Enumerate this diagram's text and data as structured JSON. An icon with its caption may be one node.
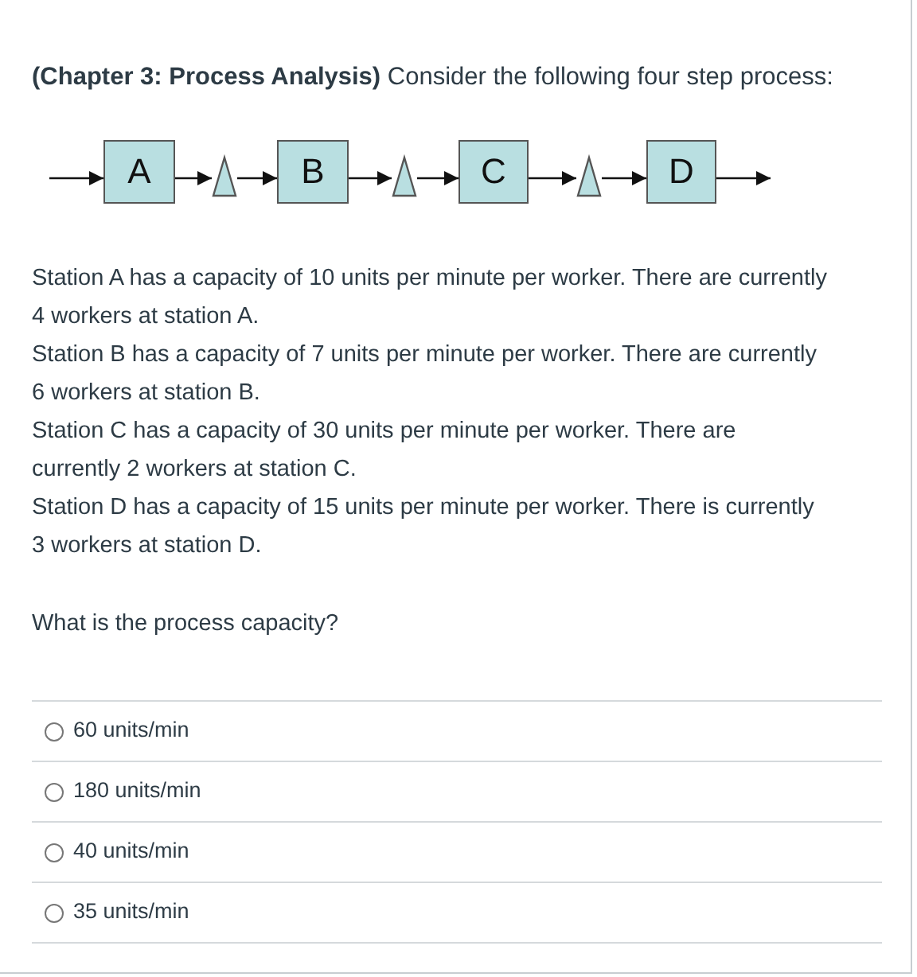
{
  "diagram": {
    "title": "**(Chapter 3: Process Analysis)** Consider the following four step process:",
    "nodes": [
      {
        "text": [
          "A"
        ]
      },
      {
        "text": [],
        "shape": "triangle"
      },
      {
        "text": [
          "B"
        ]
      },
      {
        "text": [],
        "shape": "triangle"
      },
      {
        "text": [
          "C"
        ]
      },
      {
        "text": [],
        "shape": "triangle"
      },
      {
        "text": [
          "D"
        ]
      }
    ],
    "edges": [
      {
        "from": null,
        "to": 0,
        "arrow": "to"
      },
      {
        "from": 0,
        "to": 1,
        "arrow": "to"
      },
      {
        "from": 1,
        "to": 2,
        "arrow": "to"
      },
      {
        "from": 2,
        "to": 3,
        "arrow": "to"
      },
      {
        "from": 3,
        "to": 4,
        "arrow": "to"
      },
      {
        "from": 4,
        "to": 5,
        "arrow": "to"
      },
      {
        "from": 5,
        "to": 6,
        "arrow": "to"
      },
      {
        "from": 6,
        "to": null,
        "arrow": "to"
      }
    ],
    "labels": [
      "Station A has a capacity of 10 units per minute per worker. There are currently 4 workers at station A.",
      "Station B has a capacity of 7 units per minute per worker. There are currently 6 workers at station B.",
      "Station C has a capacity of 30 units per minute per worker. There are currently 2 workers at station C.",
      "Station D has a capacity of 15 units per minute per worker. There is currently 3 workers at station D.",
      "What is the process capacity?",
      "60 units/min",
      "180 units/min",
      "40 units/min",
      "35 units/min"
    ]
  }
}
